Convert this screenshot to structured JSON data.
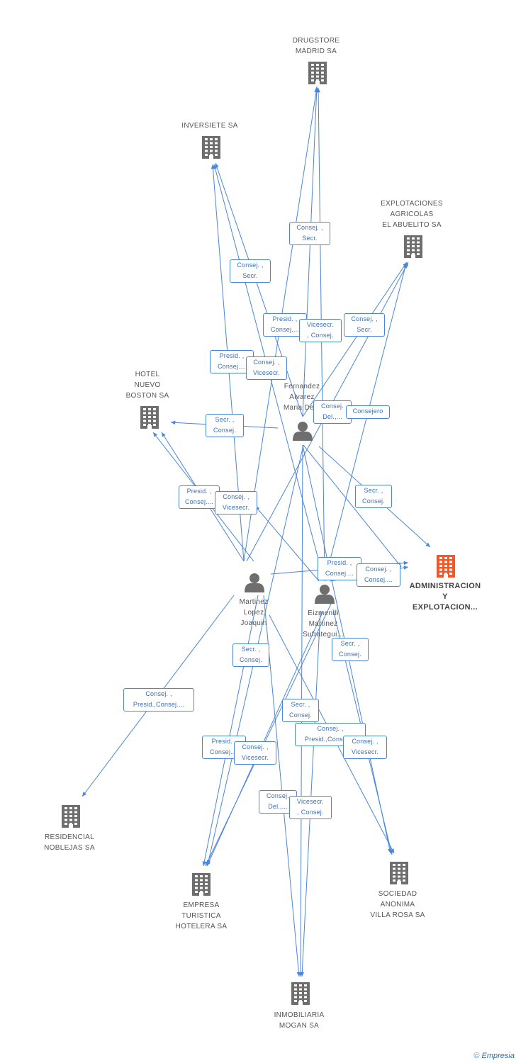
{
  "colors": {
    "edge": "#4a86d8",
    "company": "#6e6e6e",
    "highlight": "#f05a28",
    "person": "#6e6e6e"
  },
  "companies": [
    {
      "id": "drugstore",
      "label": "DRUGSTORE\nMADRID SA"
    },
    {
      "id": "inversiete",
      "label": "INVERSIETE SA"
    },
    {
      "id": "explotaciones",
      "label": "EXPLOTACIONES\nAGRICOLAS\nEL ABUELITO SA"
    },
    {
      "id": "hotel",
      "label": "HOTEL\nNUEVO\nBOSTON SA"
    },
    {
      "id": "administracion",
      "label": "ADMINISTRACION\nY\nEXPLOTACION...",
      "highlight": true
    },
    {
      "id": "residencial",
      "label": "RESIDENCIAL\nNOBLEJAS SA"
    },
    {
      "id": "empresa",
      "label": "EMPRESA\nTURISTICA\nHOTELERA SA"
    },
    {
      "id": "sociedad",
      "label": "SOCIEDAD\nANONIMA\nVILLA ROSA SA"
    },
    {
      "id": "inmobiliaria",
      "label": "INMOBILIARIA\nMOGAN SA"
    }
  ],
  "persons": [
    {
      "id": "fernandez",
      "label": "Fernandez\nAlvarez\nMaria De..."
    },
    {
      "id": "martinez",
      "label": "Martinez\nLopez\nJoaquin"
    },
    {
      "id": "eizmendi",
      "label": "Eizmendi\nMartinez\nSufrategui..."
    }
  ],
  "relations": [
    {
      "label": "Consej. ,\nSecr."
    },
    {
      "label": "Consej. ,\nSecr."
    },
    {
      "label": "Presid. ,\nConsej...."
    },
    {
      "label": "Vicesecr.\n, Consej."
    },
    {
      "label": "Consej. ,\nSecr."
    },
    {
      "label": "Presid. ,\nConsej...."
    },
    {
      "label": "Consej. ,\nVicesecr."
    },
    {
      "label": "Consej.\nDel.,..."
    },
    {
      "label": "Consejero"
    },
    {
      "label": "Secr. ,\nConsej."
    },
    {
      "label": "Presid. ,\nConsej...."
    },
    {
      "label": "Consej. ,\nVicesecr."
    },
    {
      "label": "Secr. ,\nConsej."
    },
    {
      "label": "Presid. ,\nConsej...."
    },
    {
      "label": "Consej. ,\nConsej...."
    },
    {
      "label": "Secr. ,\nConsej."
    },
    {
      "label": "Secr. ,\nConsej."
    },
    {
      "label": "Consej. ,\nPresid.,Consej...."
    },
    {
      "label": "Secr. ,\nConsej."
    },
    {
      "label": "Consej. ,\nPresid.,Consej...."
    },
    {
      "label": "Consej. ,\nVicesecr."
    },
    {
      "label": "Presid. ,\nConsej...."
    },
    {
      "label": "Consej. ,\nVicesecr."
    },
    {
      "label": "Consej.\nDel.,..."
    },
    {
      "label": "Vicesecr.\n, Consej."
    }
  ],
  "footer": {
    "copyright": "©",
    "brand": "Empresia"
  }
}
